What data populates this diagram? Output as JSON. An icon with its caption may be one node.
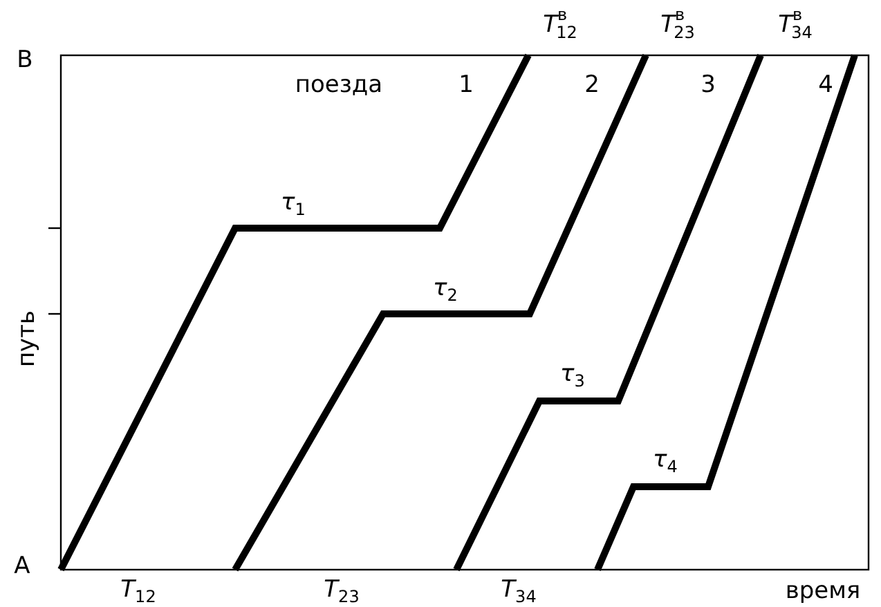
{
  "diagram": {
    "labels": [
      "В",
      "*T*$^{в}$$_{12}$",
      "*T*$^{в}$$_{23}$",
      "*T*$^{в}$$_{34}$",
      "поезда",
      "1",
      "2",
      "3",
      "4",
      "*τ*$_{1}$",
      "путь",
      "*τ*$_{2}$",
      "*τ*$_{3}$",
      "*τ*$_{4}$",
      "А",
      "*T*$_{12}$",
      "*T*$_{23}$",
      "*T*$_{34}$",
      "время"
    ]
  }
}
